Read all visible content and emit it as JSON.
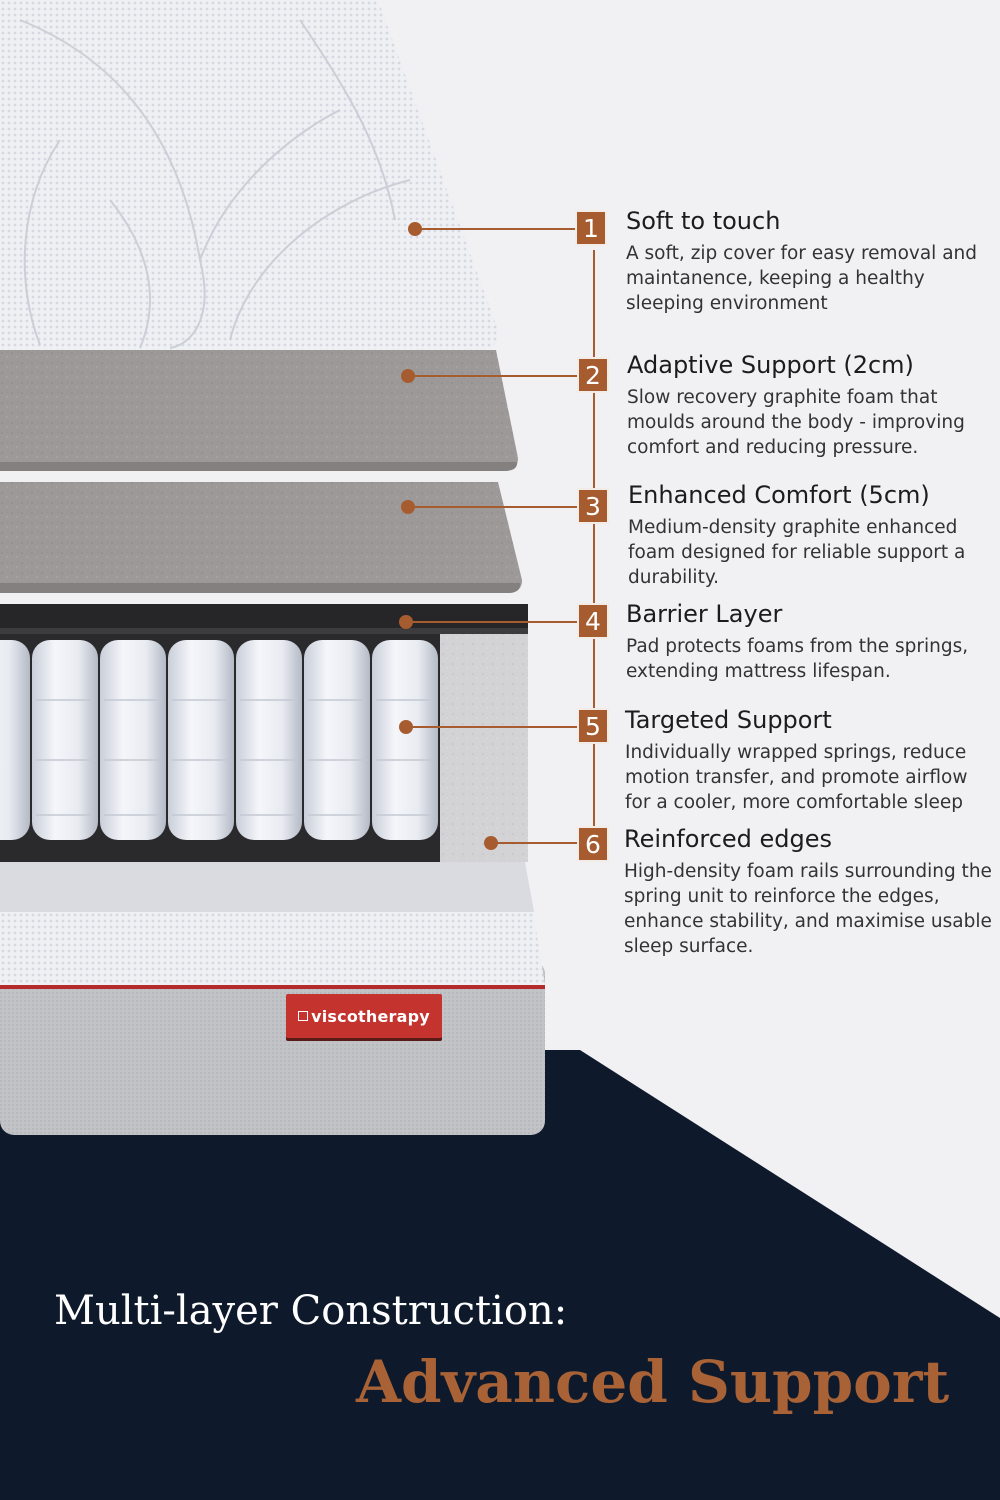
{
  "colors": {
    "accent": "#a75c30",
    "navy": "#0e1a2c",
    "foam": "#9c9897",
    "headline": "#a86236",
    "brand_red": "#c5332f"
  },
  "brand": {
    "name": "viscotherapy"
  },
  "layers": [
    {
      "number": "1",
      "title": "Soft to touch",
      "description": "A soft, zip cover for easy removal and maintanence, keeping a healthy sleeping environment"
    },
    {
      "number": "2",
      "title": "Adaptive Support (2cm)",
      "description": "Slow recovery graphite foam that moulds around the body - improving comfort and reducing pressure."
    },
    {
      "number": "3",
      "title": "Enhanced Comfort (5cm)",
      "description": "Medium-density graphite enhanced foam designed for reliable support a durability."
    },
    {
      "number": "4",
      "title": "Barrier Layer",
      "description": "Pad protects foams from the springs, extending mattress lifespan."
    },
    {
      "number": "5",
      "title": "Targeted Support",
      "description": "Individually wrapped springs, reduce motion transfer, and promote airflow for a cooler, more comfortable sleep"
    },
    {
      "number": "6",
      "title": "Reinforced edges",
      "description": "High-density foam rails surrounding the spring unit to reinforce the edges, enhance stability, and maximise usable sleep surface."
    }
  ],
  "footer": {
    "subtitle": "Multi-layer Construction:",
    "headline": "Advanced Support"
  }
}
